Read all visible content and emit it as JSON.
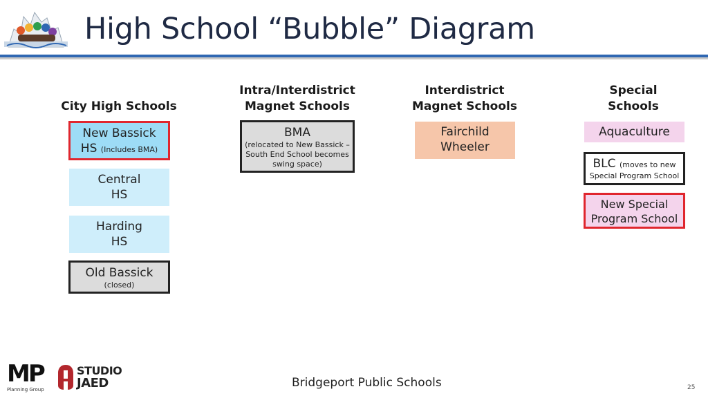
{
  "title": "High School “Bubble” Diagram",
  "columns": [
    {
      "heading": "City High Schools"
    },
    {
      "heading_line1": "Intra/Interdistrict",
      "heading_line2": "Magnet Schools"
    },
    {
      "heading_line1": "Interdistrict",
      "heading_line2": "Magnet Schools"
    },
    {
      "heading_line1": "Special",
      "heading_line2": "Schools"
    }
  ],
  "city": {
    "new_bassick": {
      "line1": "New Bassick",
      "line2_main": "HS",
      "line2_note": "(Includes BMA)"
    },
    "central": {
      "line1": "Central",
      "line2": "HS"
    },
    "harding": {
      "line1": "Harding",
      "line2": "HS"
    },
    "old_bassick": {
      "line1": "Old Bassick",
      "note": "(closed)"
    }
  },
  "magnet": {
    "bma": {
      "line1": "BMA",
      "note1": "(relocated to New Bassick –",
      "note2": "South End School becomes",
      "note3": "swing space)"
    }
  },
  "interdistrict": {
    "fairchild": {
      "line1": "Fairchild",
      "line2": "Wheeler"
    }
  },
  "special": {
    "aquaculture": {
      "label": "Aquaculture"
    },
    "blc": {
      "main": "BLC",
      "note1": "(moves to new",
      "note2": "Special Program School"
    },
    "new_special": {
      "line1": "New Special",
      "line2": "Program School"
    }
  },
  "footer": {
    "org": "Bridgeport Public Schools",
    "page": "25"
  },
  "logos": {
    "mp": "MP",
    "mp_sub": "Planning Group",
    "studio1": "STUDIO",
    "studio2": "JAED"
  },
  "colors": {
    "accent_blue": "#2f67b2",
    "red_border": "#e0262e",
    "light_blue": "#cfeefb",
    "blue": "#9ddcf6",
    "salmon": "#f6c6aa",
    "pink": "#f4d4ec"
  }
}
